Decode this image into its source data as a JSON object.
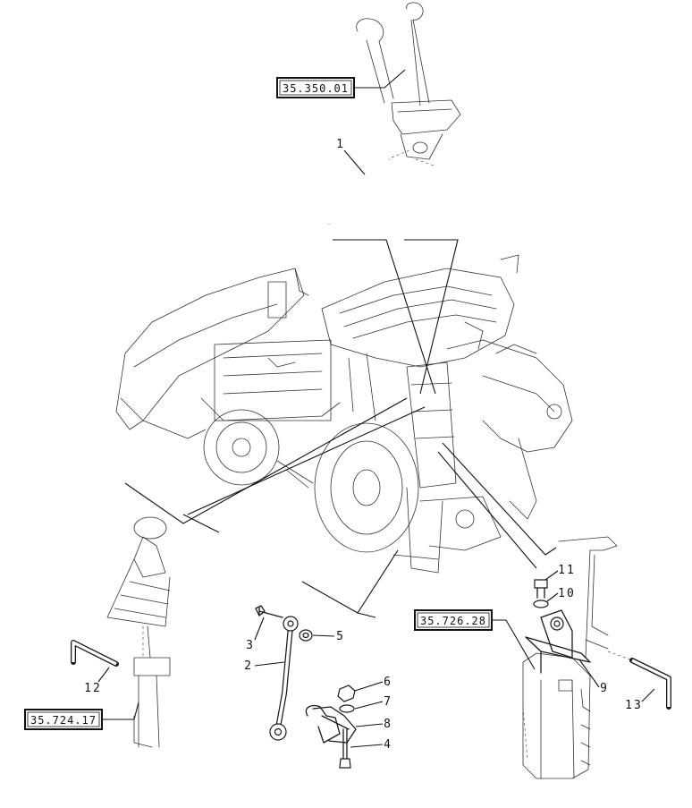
{
  "references": {
    "ref_top": "35.350.01",
    "ref_right": "35.726.28",
    "ref_left": "35.724.17"
  },
  "callouts": {
    "c1": "1",
    "c2": "2",
    "c3": "3",
    "c4": "4",
    "c5": "5",
    "c6": "6",
    "c7": "7",
    "c8": "8",
    "c9": "9",
    "c10": "10",
    "c11": "11",
    "c12": "12",
    "c13": "13"
  }
}
